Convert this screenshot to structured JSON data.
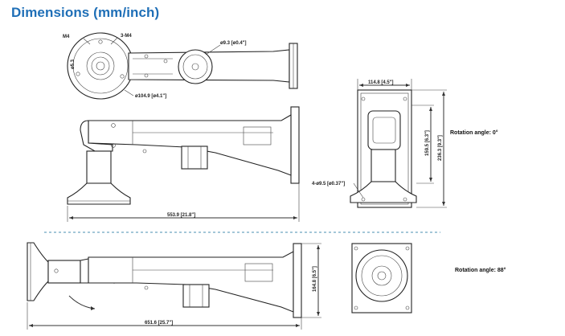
{
  "title": "Dimensions (mm/inch)",
  "top_view": {
    "thread_label_left": "M4",
    "thread_label_right": "3-M4",
    "hole_label": "ø9.3 [ø0.4\"]",
    "diameter_label": "ø104.9 [ø4.1\"]",
    "inner_label": "ø5.3"
  },
  "front_view": {
    "length_label": "553.9 [21.8\"]"
  },
  "side_view_0": {
    "width_label": "114.8 [4.5\"]",
    "height_inner_label": "159.5 [6.3\"]",
    "height_outer_label": "236.3 [9.3\"]",
    "mount_hole_label": "4-ø9.5 [ø0.37\"]",
    "rotation_label": "Rotation angle: 0°"
  },
  "rotated_view": {
    "height_label": "164.8 [6.5\"]",
    "length_label": "651.6 [25.7\"]",
    "rotation_label": "Rotation angle: 88°"
  },
  "colors": {
    "title": "#1f6fb7",
    "line": "#333333",
    "dash": "#4a8fb0"
  }
}
